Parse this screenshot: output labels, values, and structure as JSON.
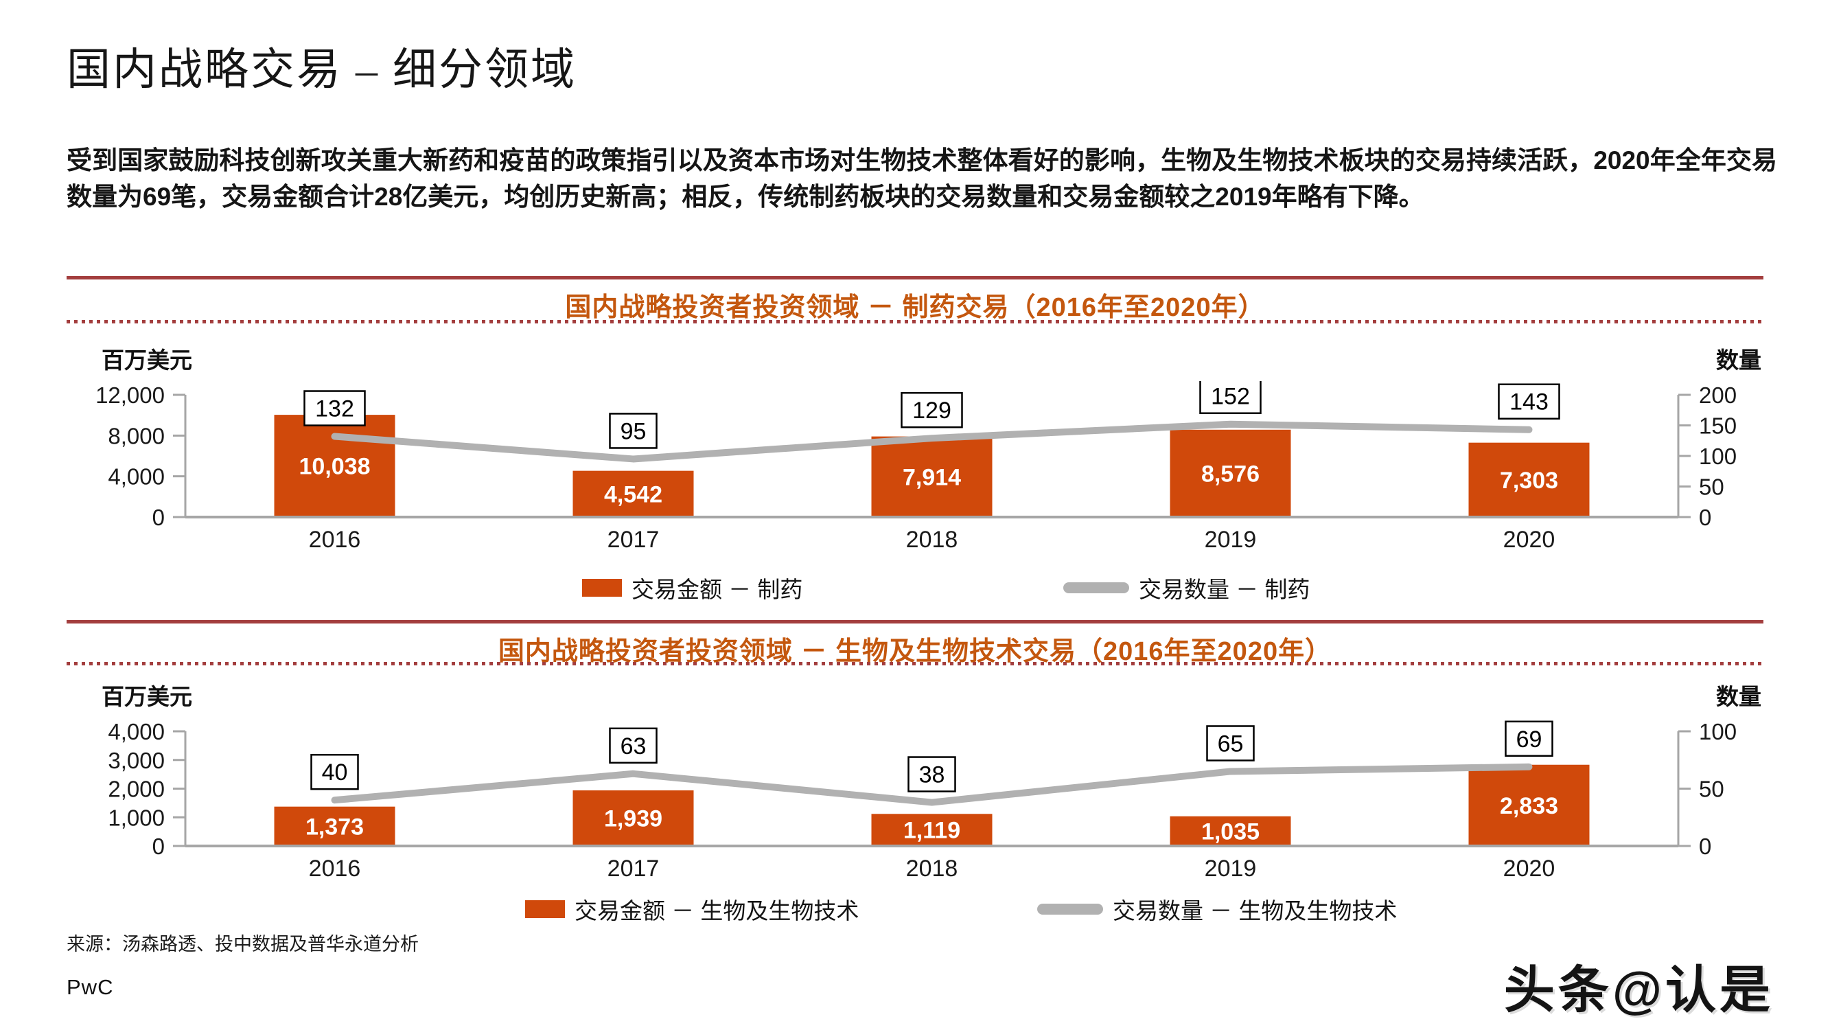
{
  "slide": {
    "title": "国内战略交易 – 细分领域",
    "intro": "受到国家鼓励科技创新攻关重大新药和疫苗的政策指引以及资本市场对生物技术整体看好的影响，生物及生物技术板块的交易持续活跃，2020年全年交易数量为69笔，交易金额合计28亿美元，均创历史新高；相反，传统制药板块的交易数量和交易金额较之2019年略有下降。",
    "source": "来源：汤森路透、投中数据及普华永道分析",
    "logo": "PwC",
    "watermark": "头条@认是"
  },
  "colors": {
    "bar_orange": "#d0490b",
    "title_orange": "#c4570e",
    "line_gray": "#b1b1b1",
    "axis_gray": "#a6a6a6",
    "separator_red": "#a33e3e",
    "text_dark": "#1a1a1a"
  },
  "chart_data": [
    {
      "type": "bar",
      "title": "国内战略投资者投资领域 － 制药交易（2016年至2020年）",
      "categories": [
        "2016",
        "2017",
        "2018",
        "2019",
        "2020"
      ],
      "series": [
        {
          "name": "交易金额 － 制药",
          "type": "bar",
          "axis": "left",
          "values": [
            10038,
            4542,
            7914,
            8576,
            7303
          ],
          "labels": [
            "10,038",
            "4,542",
            "7,914",
            "8,576",
            "7,303"
          ]
        },
        {
          "name": "交易数量 － 制药",
          "type": "line",
          "axis": "right",
          "values": [
            132,
            95,
            129,
            152,
            143
          ]
        }
      ],
      "left_axis": {
        "label": "百万美元",
        "max": 12000,
        "ticks": [
          "12,000",
          "8,000",
          "4,000",
          "0"
        ]
      },
      "right_axis": {
        "label": "数量",
        "max": 200,
        "ticks": [
          "200",
          "150",
          "100",
          "50",
          "0"
        ]
      },
      "legend_position": "bottom",
      "grid": false
    },
    {
      "type": "bar",
      "title": "国内战略投资者投资领域 － 生物及生物技术交易（2016年至2020年）",
      "categories": [
        "2016",
        "2017",
        "2018",
        "2019",
        "2020"
      ],
      "series": [
        {
          "name": "交易金额 － 生物及生物技术",
          "type": "bar",
          "axis": "left",
          "values": [
            1373,
            1939,
            1119,
            1035,
            2833
          ],
          "labels": [
            "1,373",
            "1,939",
            "1,119",
            "1,035",
            "2,833"
          ]
        },
        {
          "name": "交易数量 － 生物及生物技术",
          "type": "line",
          "axis": "right",
          "values": [
            40,
            63,
            38,
            65,
            69
          ]
        }
      ],
      "left_axis": {
        "label": "百万美元",
        "max": 4000,
        "ticks": [
          "4,000",
          "3,000",
          "2,000",
          "1,000",
          "0"
        ]
      },
      "right_axis": {
        "label": "数量",
        "max": 100,
        "ticks": [
          "100",
          "50",
          "0"
        ]
      },
      "legend_position": "bottom",
      "grid": false
    }
  ]
}
